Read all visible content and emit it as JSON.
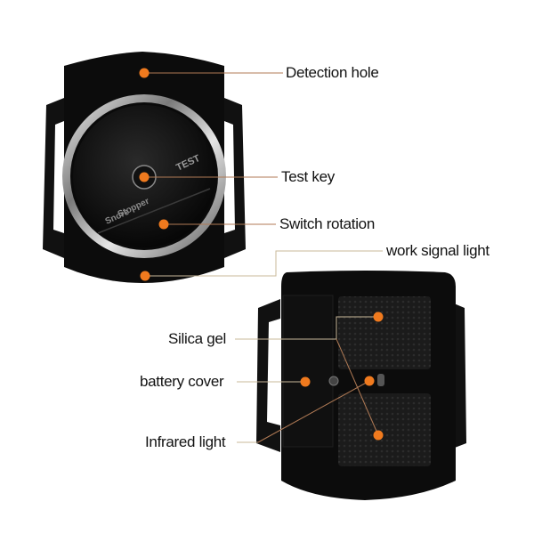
{
  "front_device": {
    "dial_text_test": "TEST",
    "dial_brand_line1": "Snore",
    "dial_brand_line2": "Stopper"
  },
  "callouts": [
    {
      "id": "detection-hole",
      "label": "Detection hole"
    },
    {
      "id": "test-key",
      "label": "Test key"
    },
    {
      "id": "switch-rotation",
      "label": "Switch rotation"
    },
    {
      "id": "work-signal-light",
      "label": "work signal light"
    },
    {
      "id": "silica-gel",
      "label": "Silica gel"
    },
    {
      "id": "battery-cover",
      "label": "battery cover"
    },
    {
      "id": "infrared-light",
      "label": "Infrared light"
    }
  ],
  "colors": {
    "device_body": "#0c0c0c",
    "marker": "#f07a1e",
    "leader_line_front": "#b07a55",
    "leader_line_tan": "#c9b89a",
    "chrome_ring": "#c8c8c8"
  }
}
